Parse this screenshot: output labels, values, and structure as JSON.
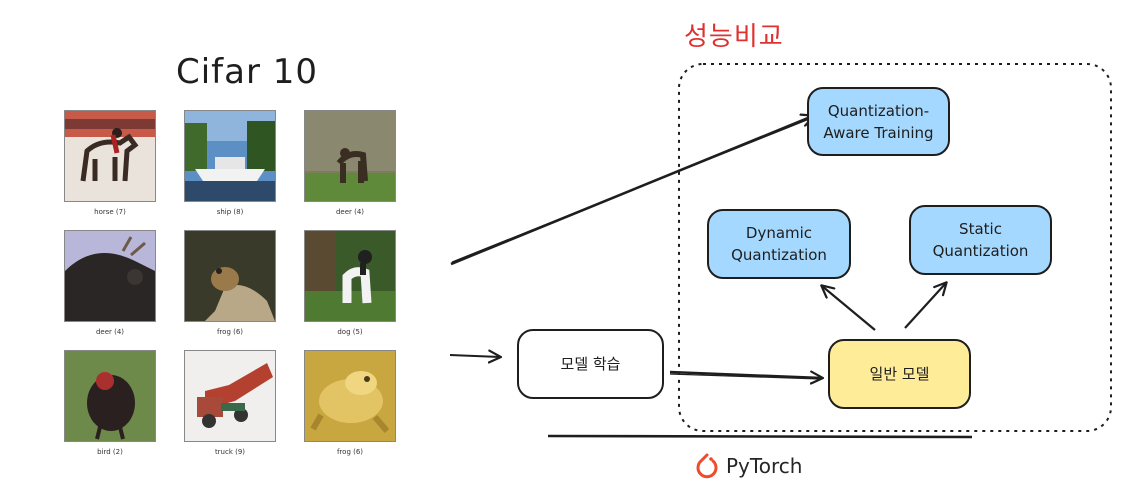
{
  "title": "Cifar 10",
  "comparison_label": "성능비교",
  "images": [
    {
      "label": "horse (7)",
      "icon": "horse-image"
    },
    {
      "label": "ship (8)",
      "icon": "ship-image"
    },
    {
      "label": "deer (4)",
      "icon": "deer-image"
    },
    {
      "label": "deer (4)",
      "icon": "deer-image"
    },
    {
      "label": "frog (6)",
      "icon": "frog-image"
    },
    {
      "label": "dog (5)",
      "icon": "dog-image"
    },
    {
      "label": "bird (2)",
      "icon": "bird-image"
    },
    {
      "label": "truck (9)",
      "icon": "truck-image"
    },
    {
      "label": "frog (6)",
      "icon": "frog-image"
    }
  ],
  "nodes": {
    "train": "모델 학습",
    "base": "일반 모델",
    "qat": "Quantization-\nAware Training",
    "dynamic": "Dynamic\nQuantization",
    "static": "Static\nQuantization"
  },
  "footer": {
    "brand": "PyTorch",
    "icon": "pytorch-logo-icon"
  },
  "colors": {
    "blue_node": "#a5d8ff",
    "yellow_node": "#ffec99",
    "red_label": "#e03131",
    "pytorch_orange": "#ee4c2c"
  }
}
